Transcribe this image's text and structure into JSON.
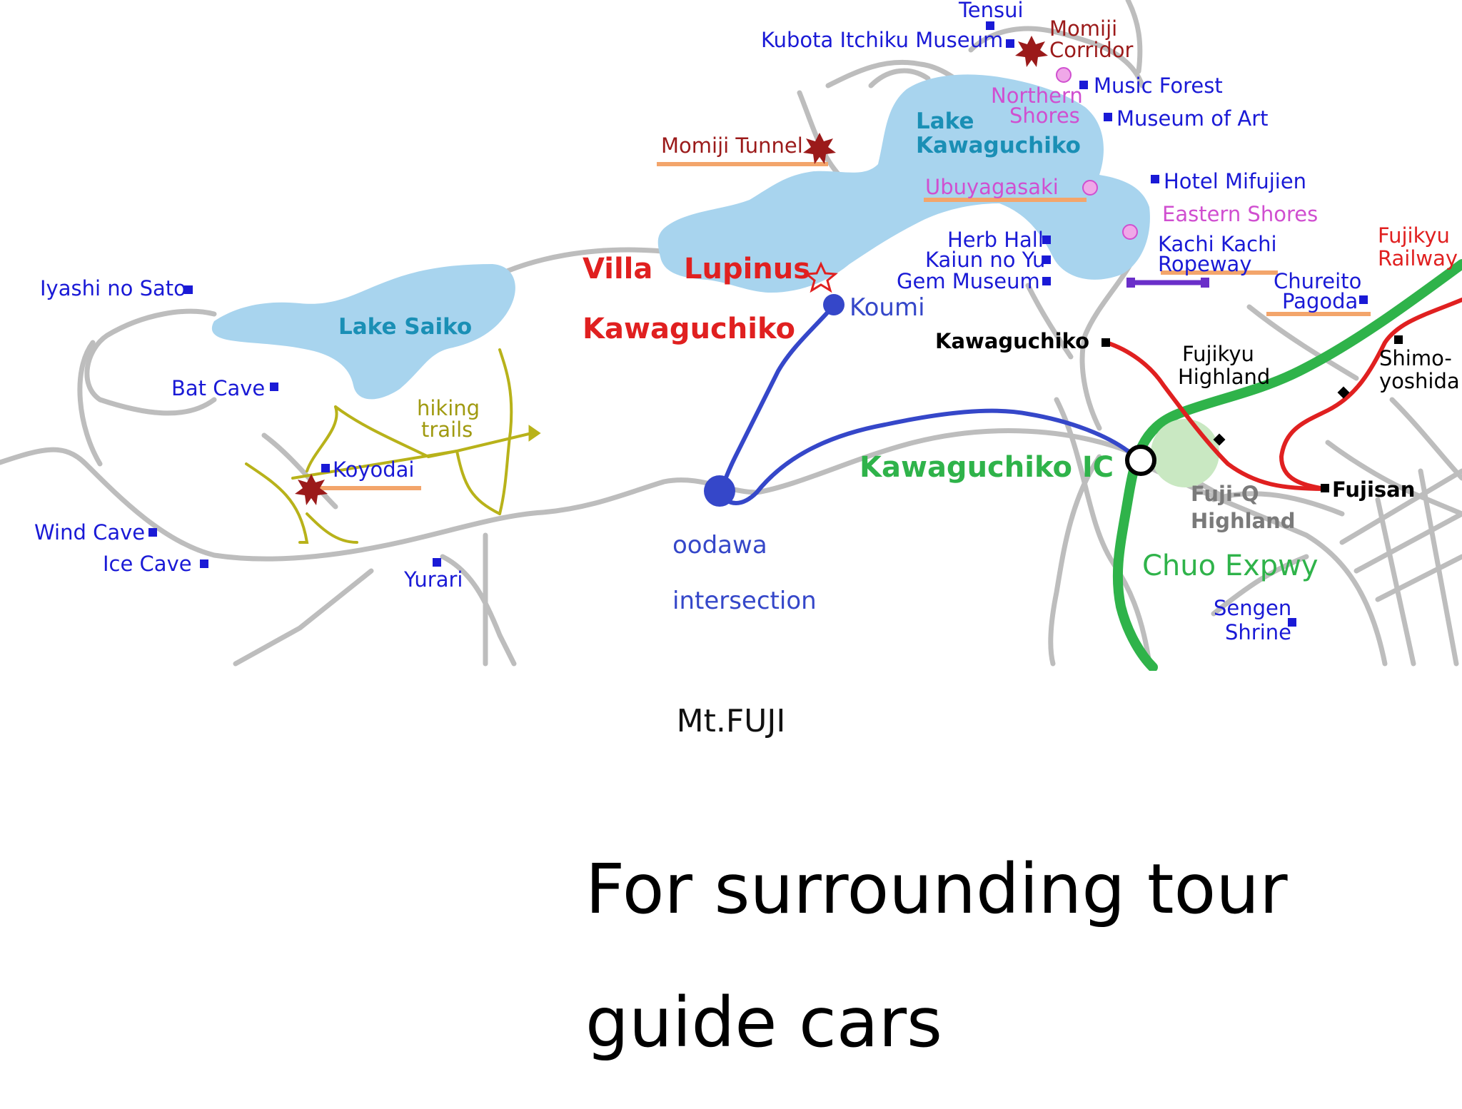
{
  "colors": {
    "lake": "#a8d4ee",
    "road": "#bdbdbd",
    "route": "#3547c9",
    "railway": "#e02020",
    "expressway": "#2fb34a",
    "trail": "#b8b21a",
    "place": "#1a1ad6",
    "autumn": "#9b1a1a",
    "blossom": "#d04fd0",
    "highlight_line": "#f3a56b",
    "ropeway": "#6a2fc9"
  },
  "lakes": {
    "saiko": "Lake Saiko",
    "kawaguchiko_line1": "Lake",
    "kawaguchiko_line2": "Kawaguchiko"
  },
  "villa": {
    "line1_a": "Villa",
    "line1_b": "Lupinus",
    "line2": "Kawaguchiko"
  },
  "route_points": {
    "koumi": "Koumi",
    "oodawa_line1": "oodawa",
    "oodawa_line2": "intersection"
  },
  "places": {
    "tensui": "Tensui",
    "kubota": "Kubota Itchiku Museum",
    "momiji_corridor_1": "Momiji",
    "momiji_corridor_2": "Corridor",
    "music_forest": "Music Forest",
    "museum_of_art": "Museum of Art",
    "northern_1": "Northern",
    "northern_2": "Shores",
    "momiji_tunnel": "Momiji Tunnel",
    "ubuyagasaki": "Ubuyagasaki",
    "hotel": "Hotel Mifujien",
    "eastern": "Eastern Shores",
    "herb": "Herb Hall",
    "kaiun": "Kaiun no Yu",
    "gem": "Gem Museum",
    "kachi_1": "Kachi Kachi",
    "kachi_2": "Ropeway",
    "chureito_1": "Chureito",
    "chureito_2": "Pagoda",
    "railway_1": "Fujikyu",
    "railway_2": "Railway",
    "iyashi": "Iyashi no Sato",
    "kawaguchiko_sta": "Kawaguchiko",
    "fujikyu_hl_1": "Fujikyu",
    "fujikyu_hl_2": "Highland",
    "shimo_1": "Shimo-",
    "shimo_2": "yoshida",
    "bat": "Bat Cave",
    "hiking_1": "hiking",
    "hiking_2": "trails",
    "koyodai": "Koyodai",
    "ic": "Kawaguchiko IC",
    "fujisan": "Fujisan",
    "fujiq_1": "Fuji-Q",
    "fujiq_2": "Highland",
    "wind": "Wind Cave",
    "ice": "Ice Cave",
    "yurari": "Yurari",
    "chuo": "Chuo Expwy",
    "sengen_1": "Sengen",
    "sengen_2": "Shrine"
  },
  "caption": "Mt.FUJI",
  "tagline": {
    "line1": "For surrounding tour",
    "line2": "guide cars"
  }
}
